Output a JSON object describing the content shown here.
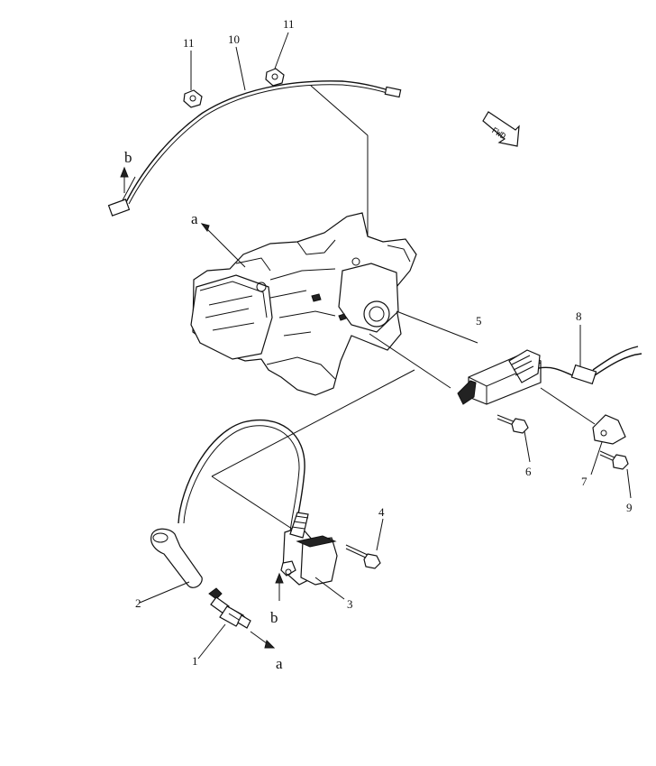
{
  "callouts": {
    "n1": "1",
    "n2": "2",
    "n3": "3",
    "n4": "4",
    "n5": "5",
    "n6": "6",
    "n7": "7",
    "n8": "8",
    "n9": "9",
    "n10": "10",
    "n11_left": "11",
    "n11_right": "11"
  },
  "connection_markers": {
    "a_top": "a",
    "b_top": "b",
    "b_bottom": "b",
    "a_bottom": "a"
  },
  "fwd_label": "FWD"
}
